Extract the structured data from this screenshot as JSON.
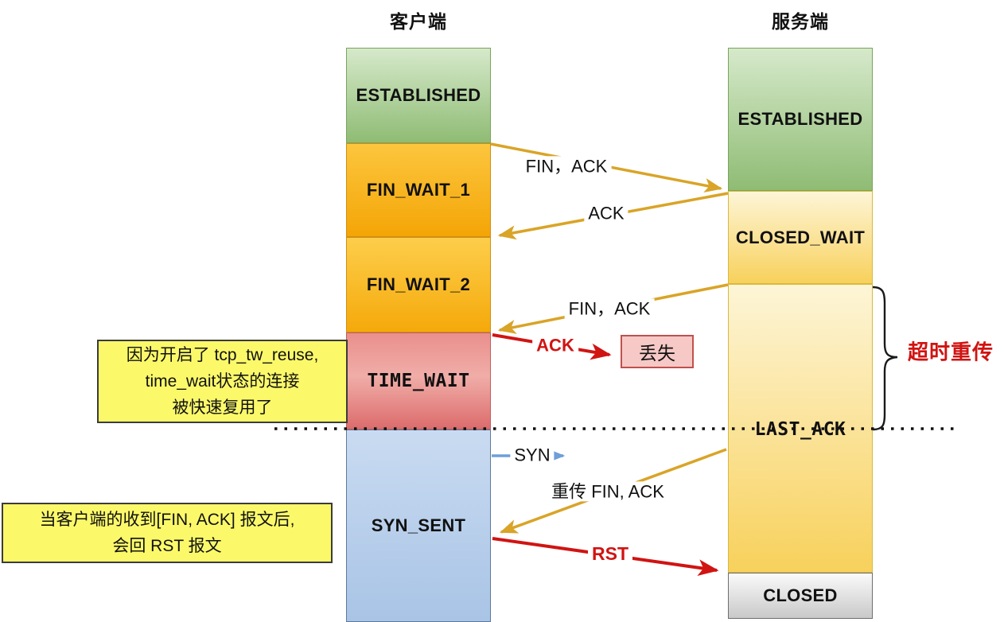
{
  "diagram": {
    "client": {
      "title": "客户端",
      "states": [
        {
          "key": "established",
          "label": "ESTABLISHED"
        },
        {
          "key": "fin_wait_1",
          "label": "FIN_WAIT_1"
        },
        {
          "key": "fin_wait_2",
          "label": "FIN_WAIT_2"
        },
        {
          "key": "time_wait",
          "label": "TIME_WAIT"
        },
        {
          "key": "syn_sent",
          "label": "SYN_SENT"
        }
      ]
    },
    "server": {
      "title": "服务端",
      "states": [
        {
          "key": "established",
          "label": "ESTABLISHED"
        },
        {
          "key": "closed_wait",
          "label": "CLOSED_WAIT"
        },
        {
          "key": "last_ack",
          "label": "LAST_ACK"
        },
        {
          "key": "closed",
          "label": "CLOSED"
        }
      ]
    },
    "messages": {
      "fin_ack_1": "FIN，ACK",
      "ack_1": "ACK",
      "fin_ack_2": "FIN，ACK",
      "ack_lost": "ACK",
      "syn": "SYN",
      "retrans_fin_ack": "重传 FIN, ACK",
      "rst": "RST"
    },
    "annotations": {
      "lost_box": "丢失",
      "timeout_retrans": "超时重传",
      "tw_reuse_note": [
        "因为开启了 tcp_tw_reuse,",
        "time_wait状态的连接",
        "被快速复用了"
      ],
      "rst_note": [
        "当客户端的收到[FIN, ACK] 报文后,",
        "会回 RST 报文"
      ]
    },
    "colors": {
      "arrow_gold": "#D9A427",
      "arrow_red": "#D01412",
      "arrow_blue": "#6F9FD8",
      "note_yellow": "#FBF96A",
      "lost_pink": "#F6C9C6",
      "state_green": "#8FBC74",
      "state_orange": "#F4A506",
      "state_red": "#E07070",
      "state_blue": "#A9C4E6",
      "state_yellow": "#F8D15C",
      "state_gray": "#C9C9C9"
    }
  }
}
